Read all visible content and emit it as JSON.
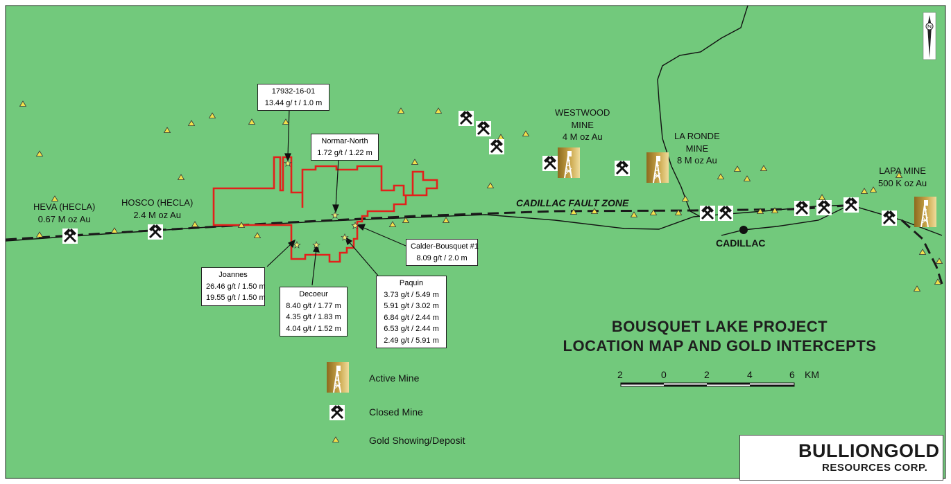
{
  "title": {
    "line1": "BOUSQUET LAKE PROJECT",
    "line2": "LOCATION MAP AND GOLD INTERCEPTS"
  },
  "fault_label": "CADILLAC FAULT ZONE",
  "town": "CADILLAC",
  "mines": [
    {
      "key": "heva",
      "name": "HEVA (HECLA)",
      "resource": "0.67 M oz Au",
      "status": "closed"
    },
    {
      "key": "hosco",
      "name": "HOSCO (HECLA)",
      "resource": "2.4 M oz Au",
      "status": "closed"
    },
    {
      "key": "westwood",
      "name": "WESTWOOD",
      "name2": "MINE",
      "resource": "4 M oz Au",
      "status": "active"
    },
    {
      "key": "laronde",
      "name": "LA RONDE",
      "name2": "MINE",
      "resource": "8 M oz Au",
      "status": "active"
    },
    {
      "key": "lapa",
      "name": "LAPA MINE",
      "resource": "500 K oz Au",
      "status": "active"
    }
  ],
  "intercepts": {
    "hole": {
      "name": "17932-16-01",
      "lines": [
        "13.44 g/ t / 1.0 m"
      ]
    },
    "normar": {
      "name": "Normar-North",
      "lines": [
        "1.72 g/t / 1.22 m"
      ]
    },
    "calder": {
      "name": "Calder-Bousquet #1",
      "lines": [
        "8.09 g/t / 2.0 m"
      ]
    },
    "joannes": {
      "name": "Joannes",
      "lines": [
        "26.46 g/t / 1.50 m",
        "19.55 g/t / 1.50 m"
      ]
    },
    "decoeur": {
      "name": "Decoeur",
      "lines": [
        "8.40 g/t / 1.77 m",
        "4.35 g/t / 1.83 m",
        "4.04 g/t / 1.52 m"
      ]
    },
    "paquin": {
      "name": "Paquin",
      "lines": [
        "3.73 g/t / 5.49 m",
        "5.91 g/t / 3.02 m",
        "6.84 g/t / 2.44 m",
        "6.53 g/t / 2.44 m",
        "2.49 g/t / 5.91 m"
      ]
    }
  },
  "legend": {
    "active": "Active Mine",
    "closed": "Closed Mine",
    "showing": "Gold Showing/Deposit"
  },
  "scale": {
    "ticks": [
      "2",
      "0",
      "2",
      "4",
      "6"
    ],
    "unit": "KM"
  },
  "logo": {
    "name": "BULLIONGOLD",
    "sub": "RESOURCES CORP."
  },
  "colors": {
    "land": "#72c97c",
    "property_outline": "#e3201b",
    "fault": "#1a1a1a",
    "showing": "#f2e14c",
    "headframe_gold": "#b88d2a"
  },
  "icons": {
    "closed_mine": "crossed-hammers-icon",
    "active_mine": "headframe-icon",
    "showing": "triangle-icon",
    "intercept": "star-icon",
    "north": "north-arrow-icon"
  }
}
